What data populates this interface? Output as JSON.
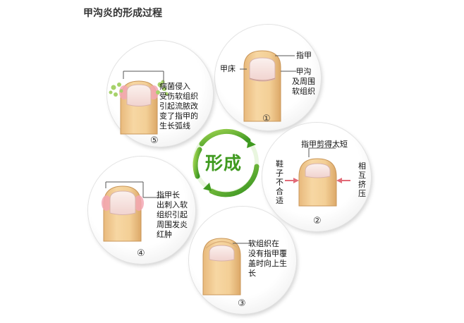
{
  "title": "甲沟炎的形成过程",
  "center_label": "形成",
  "steps": [
    {
      "number": "①",
      "labels": {
        "nail_bed": "甲床",
        "nail": "指甲",
        "nail_fold": "甲沟\n及周围\n软组织"
      }
    },
    {
      "number": "②",
      "labels": {
        "top": "指甲剪得太短",
        "left_vertical": "鞋子不合适",
        "right_vertical": "相互挤压"
      }
    },
    {
      "number": "③",
      "labels": {
        "desc": "软组织在\n没有指甲覆\n盖时向上生\n长"
      }
    },
    {
      "number": "④",
      "labels": {
        "desc": "指甲长\n出刺入软\n组织引起\n周围发炎\n红肿"
      }
    },
    {
      "number": "⑤",
      "labels": {
        "desc": "病菌侵入\n受伤软组织\n引起流脓改\n变了指甲的\n生长弧线"
      }
    }
  ],
  "colors": {
    "arrow_green": "#4caf2a",
    "center_text": "#3f9a1f",
    "skin": "#f2cf98",
    "nail": "#f8e7e3",
    "inflamed": "#f3a7b4",
    "germ": "#a6d26a"
  }
}
